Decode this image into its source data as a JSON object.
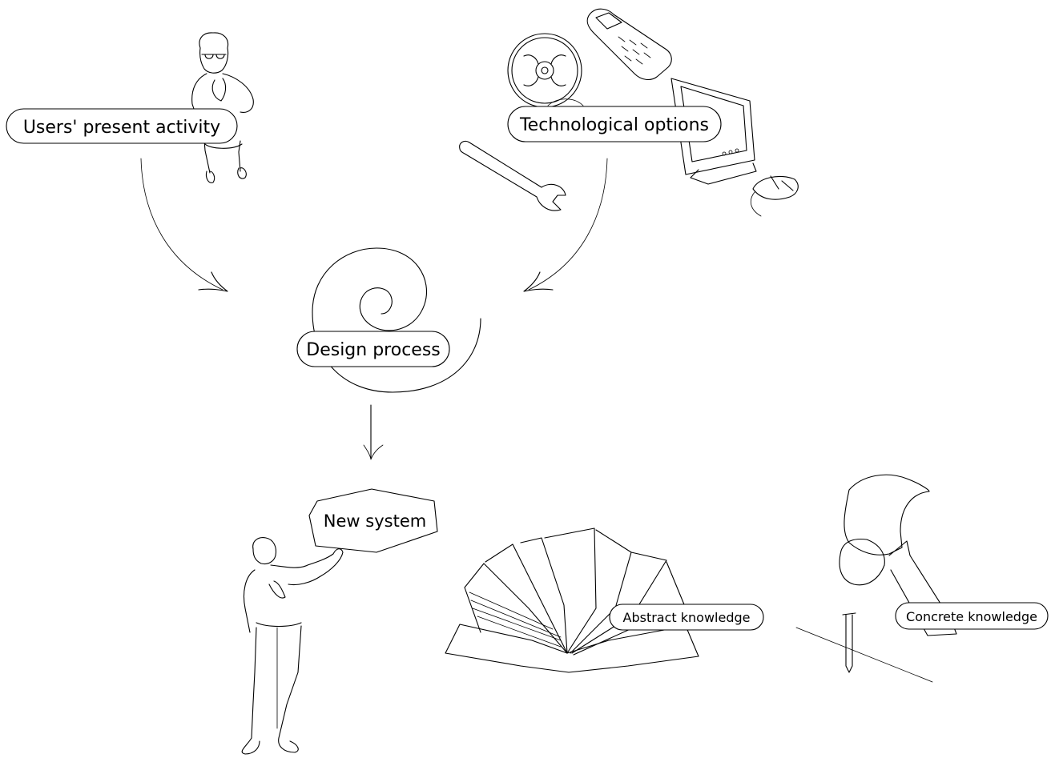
{
  "labels": {
    "users_present_activity": "Users' present activity",
    "technological_options": "Technological options",
    "design_process": "Design process",
    "new_system": "New system",
    "abstract_knowledge": "Abstract knowledge",
    "concrete_knowledge": "Concrete knowledge"
  },
  "icons": [
    "thinking-person-icon",
    "gear-icon",
    "mobile-phone-icon",
    "monitor-icon",
    "computer-mouse-icon",
    "wrench-icon",
    "spiral-icon",
    "presenting-person-icon",
    "open-book-icon",
    "hammer-icon",
    "nail-icon"
  ],
  "colors": {
    "line": "#000000",
    "background": "#ffffff"
  }
}
